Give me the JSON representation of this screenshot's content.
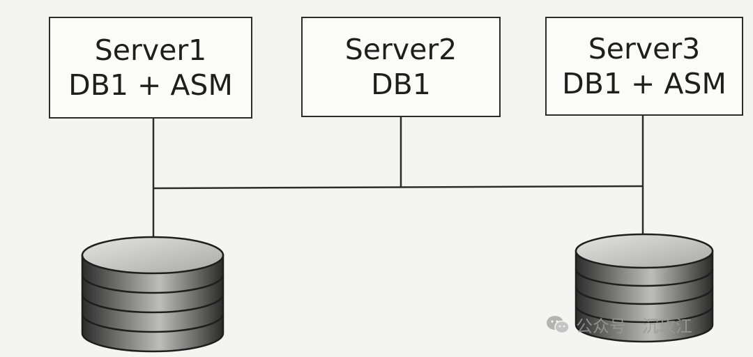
{
  "servers": [
    {
      "name": "Server1",
      "role": "DB1 + ASM"
    },
    {
      "name": "Server2",
      "role": "DB1"
    },
    {
      "name": "Server3",
      "role": "DB1 + ASM"
    }
  ],
  "watermark": {
    "text": "公众号 · 沉玫江",
    "icon": "wechat-icon"
  },
  "colors": {
    "line": "#2b2b2b",
    "disk_dark": "#3a3a3a",
    "disk_light": "#d9d9d6"
  }
}
